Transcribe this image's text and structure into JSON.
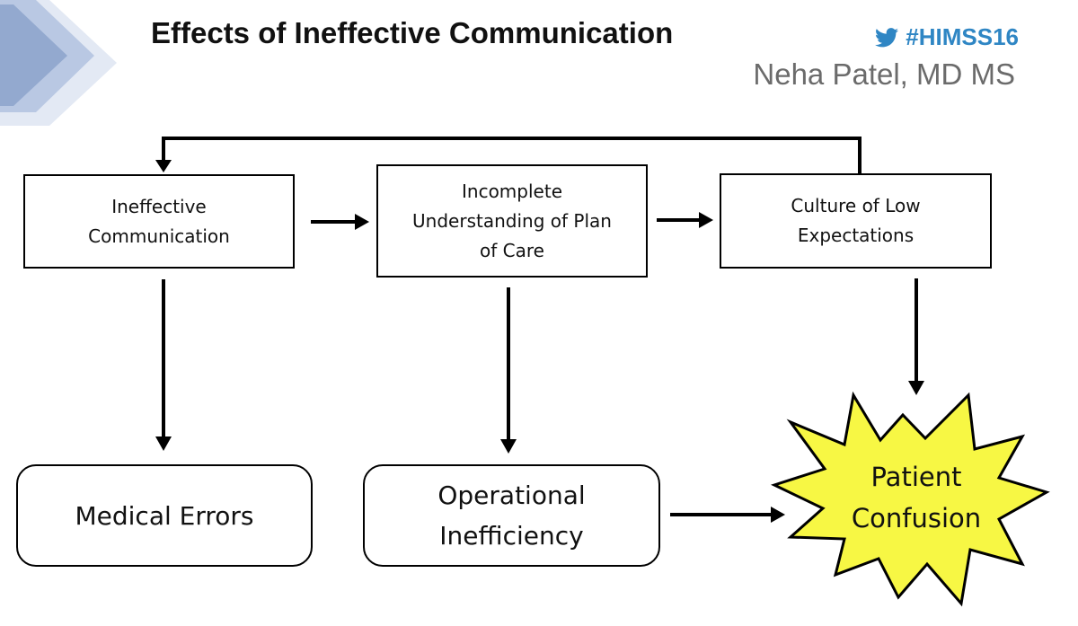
{
  "slide": {
    "title": "Effects of Ineffective Communication",
    "hashtag": "#HIMSS16",
    "presenter": "Neha Patel, MD MS"
  },
  "diagram": {
    "top_row": [
      {
        "label": "Ineffective\nCommunication"
      },
      {
        "label": "Incomplete\nUnderstanding of Plan\nof Care"
      },
      {
        "label": "Culture of Low\nExpectations"
      }
    ],
    "outcomes": [
      {
        "label": "Medical Errors"
      },
      {
        "label": "Operational\nInefficiency"
      }
    ],
    "highlight": {
      "label": "Patient\nConfusion"
    }
  },
  "colors": {
    "hashtag": "#2f86c4",
    "presenter_text": "#6b6b6b",
    "burst_fill": "#f7f744",
    "decoration_dark": "#93a9cf",
    "decoration_light": "#cfd9ec"
  },
  "icons": [
    "twitter-bird-icon"
  ]
}
